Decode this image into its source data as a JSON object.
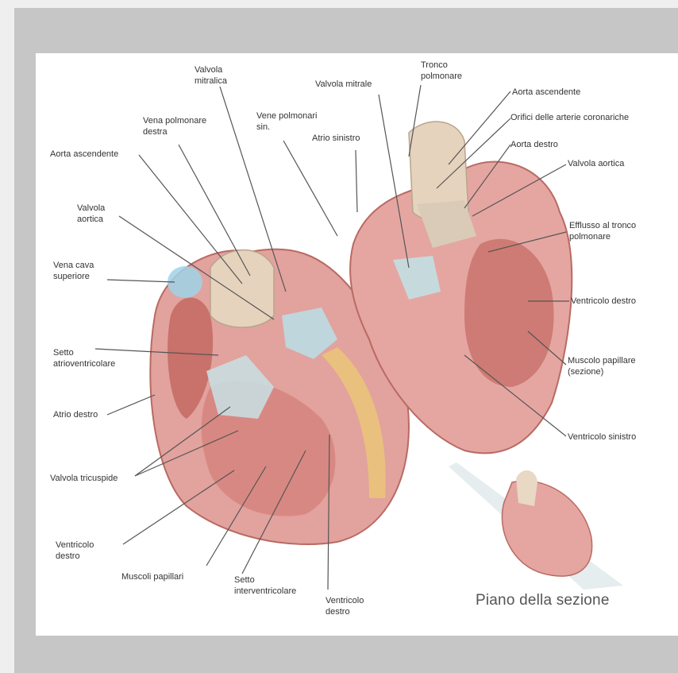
{
  "labels": {
    "valvola_mitralica": "Valvola\nmitralica",
    "vena_polmonare_destra": "Vena polmonare\ndestra",
    "vena_polmonare_sin": "Vene polmonari\nsin.",
    "atrio_sinistro": "Atrio sinistro",
    "valvola_mitrale": "Valvola mitrale",
    "tronco_polmonare": "Tronco\npolmonare",
    "aorta_ascendente_right": "Aorta ascendente",
    "orifici_arterie": "Orifici delle arterie coronariche",
    "atrio_destro_top": "Aorta destro",
    "valvola_aortica_right": "Valvola aortica",
    "efflusso": "Efflusso al tronco\npolmonare",
    "ventricolo_destro_right": "Ventricolo destro",
    "muscolo_papillare": "Muscolo papillare\n(sezione)",
    "ventricolo_sinistro": "Ventricolo sinistro",
    "aorta_ascendente_left": "Aorta ascendente",
    "valvola_aortica_left": "Valvola\naortica",
    "vena_cava": "Vena cava\nsuperiore",
    "setto_atrioventricolare": "Setto\natrioventricolare",
    "atrio_destro": "Atrio destro",
    "valvola_tricuspide": "Valvola tricuspide",
    "ventricolo_destro_bottom": "Ventricolo\ndestro",
    "muscoli_papillari": "Muscoli papillari",
    "setto_interventricolare": "Setto\ninterventricolare",
    "ventricolo_destro_center": "Ventricolo\ndestro",
    "piano_sezione": "Piano della sezione"
  },
  "colors": {
    "muscle": "#e3a3a0",
    "muscle_dark": "#c56a65",
    "valve": "#cfe0e4",
    "vessel": "#e8d8c4",
    "vena_cava": "#9fd3e8",
    "leader": "#555555"
  }
}
